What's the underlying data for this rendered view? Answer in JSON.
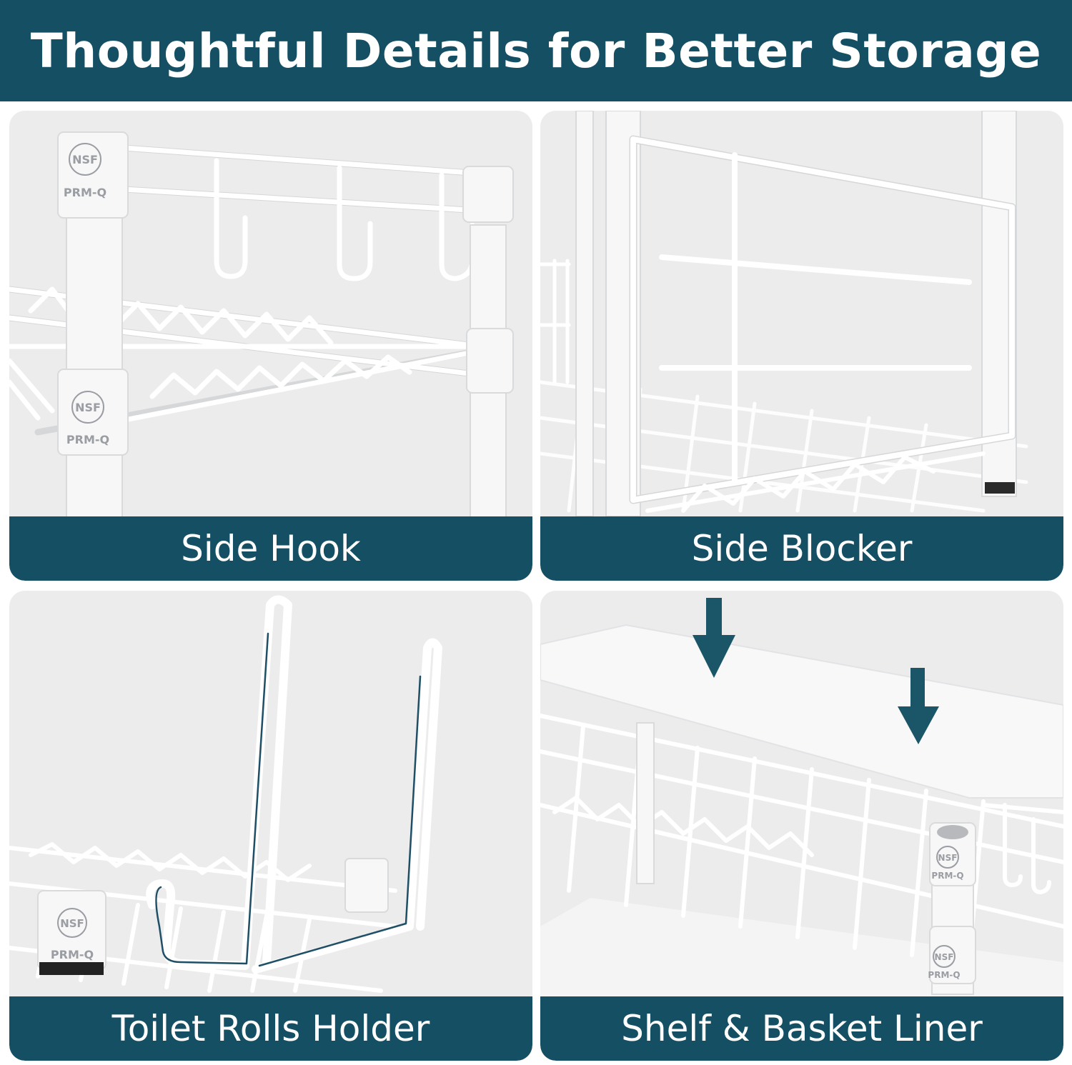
{
  "header": {
    "title": "Thoughtful Details for Better Storage"
  },
  "panels": [
    {
      "caption": "Side Hook",
      "badge_top": "NSF",
      "badge_bottom": "PRM-Q"
    },
    {
      "caption": "Side Blocker"
    },
    {
      "caption": "Toilet Rolls Holder",
      "badge_top": "NSF",
      "badge_bottom": "PRM-Q"
    },
    {
      "caption": "Shelf & Basket Liner",
      "badge_top": "NSF",
      "badge_bottom": "PRM-Q"
    }
  ],
  "colors": {
    "header_bg": "#144f63",
    "caption_bg": "#144f63",
    "panel_bg": "#ececed",
    "arrow": "#1b5668"
  }
}
